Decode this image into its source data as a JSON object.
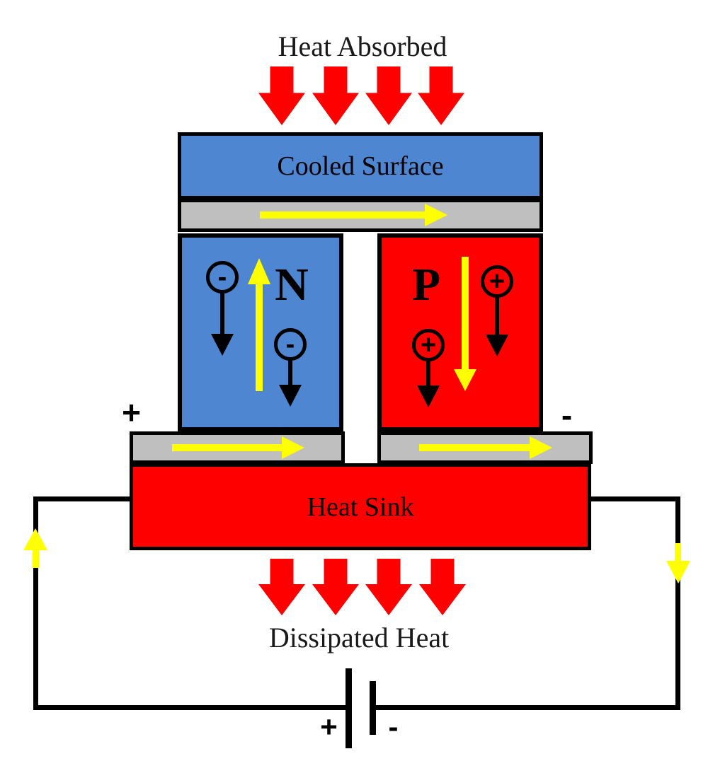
{
  "colors": {
    "blue": "#4E86D1",
    "red": "#FE0000",
    "gray": "#BFBFBF",
    "yellow": "#FFFF00",
    "black": "#000000"
  },
  "top": {
    "title": "Heat Absorbed"
  },
  "module": {
    "cooled_surface_label": "Cooled Surface",
    "n_block": {
      "label": "N",
      "carrier_sign": "-"
    },
    "p_block": {
      "label": "P",
      "carrier_sign": "+"
    },
    "left_terminal_sign": "+",
    "right_terminal_sign": "-",
    "heat_sink_label": "Heat Sink"
  },
  "bottom": {
    "title": "Dissipated Heat"
  },
  "battery": {
    "positive_sign": "+",
    "negative_sign": "-"
  }
}
